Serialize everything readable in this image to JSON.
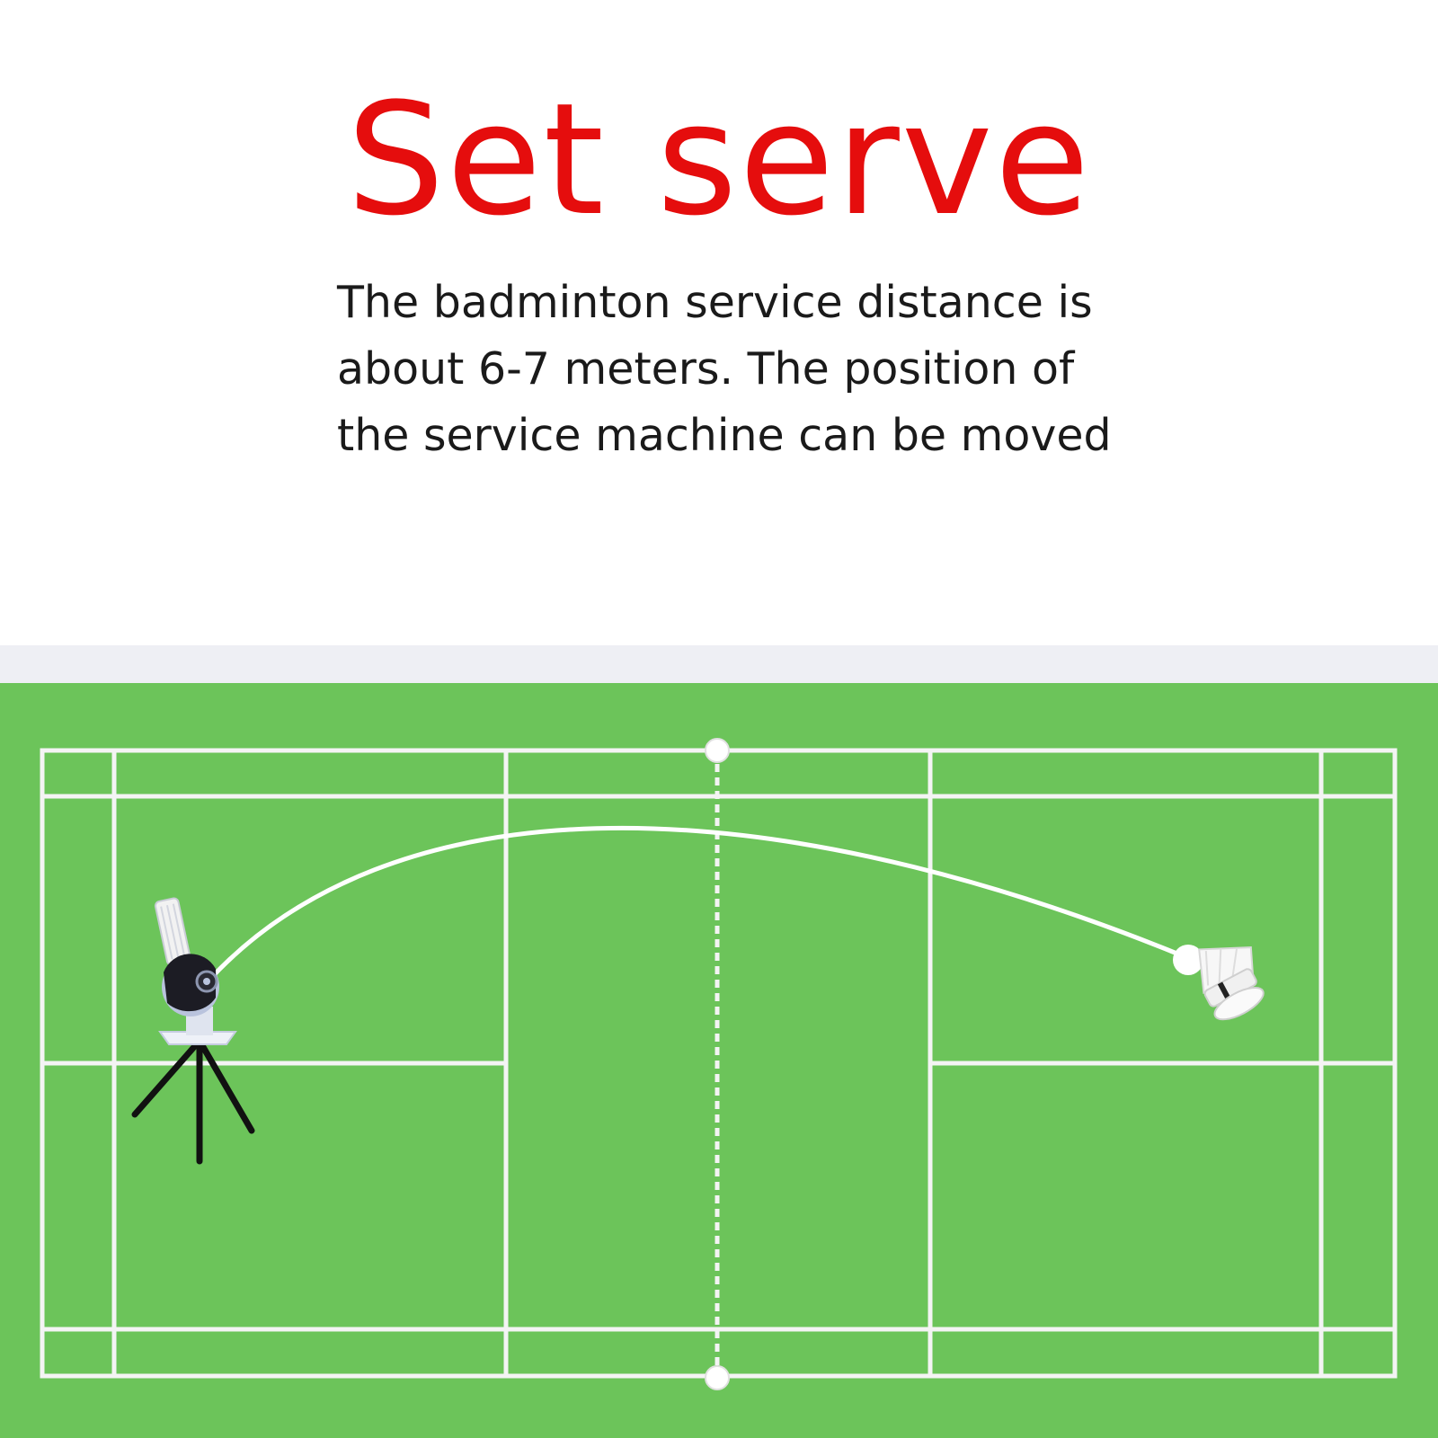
{
  "heading": {
    "title": "Set serve"
  },
  "description": {
    "lines": [
      "The badminton service distance is",
      "about 6-7 meters. The position of",
      "the service machine can be moved"
    ]
  },
  "colors": {
    "title": "#e50d0d",
    "court_green": "#6cc45a",
    "line_white": "#f4f4f4",
    "band_gray": "#eeeff4",
    "machine_dark": "#1c1c24",
    "machine_light": "#b9c3dd"
  },
  "icons": [
    "shuttle-launcher-icon",
    "shuttlecock-icon"
  ]
}
